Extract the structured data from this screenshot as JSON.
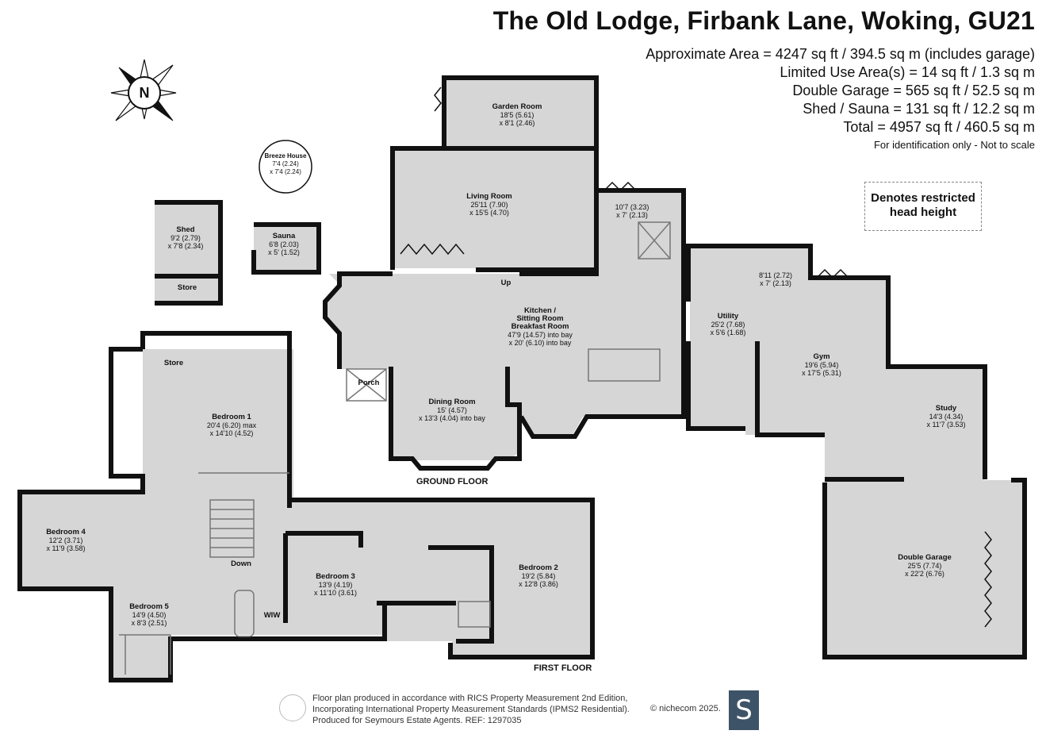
{
  "title": "The Old Lodge, Firbank Lane, Woking, GU21",
  "areas": [
    "Approximate Area = 4247 sq ft / 394.5 sq m (includes garage)",
    "Limited Use Area(s) = 14 sq ft / 1.3 sq m",
    "Double Garage = 565 sq ft / 52.5 sq m",
    "Shed / Sauna = 131 sq ft / 12.2 sq m",
    "Total = 4957 sq ft / 460.5 sq m"
  ],
  "scale_note": "For identification only - Not to scale",
  "restricted_note": "Denotes restricted head height",
  "compass_letter": "N",
  "floors": {
    "ground": "GROUND FLOOR",
    "first": "FIRST FLOOR"
  },
  "rooms": {
    "garden_room": {
      "name": "Garden Room",
      "d1": "18'5 (5.61)",
      "d2": "x 8'1 (2.46)"
    },
    "living_room": {
      "name": "Living Room",
      "d1": "25'11 (7.90)",
      "d2": "x 15'5 (4.70)"
    },
    "breeze_house": {
      "name": "Breeze House",
      "d1": "7'4 (2.24)",
      "d2": "x 7'4 (2.24)"
    },
    "shed": {
      "name": "Shed",
      "d1": "9'2 (2.79)",
      "d2": "x 7'8 (2.34)"
    },
    "shed_store": {
      "name": "Store"
    },
    "sauna": {
      "name": "Sauna",
      "d1": "6'8 (2.03)",
      "d2": "x 5' (1.52)"
    },
    "room_107": {
      "d1": "10'7 (3.23)",
      "d2": "x 7' (2.13)"
    },
    "room_811": {
      "d1": "8'11 (2.72)",
      "d2": "x 7' (2.13)"
    },
    "kitchen": {
      "n1": "Kitchen /",
      "n2": "Sitting Room",
      "n3": "Breakfast Room",
      "d1": "47'9 (14.57) into bay",
      "d2": "x 20' (6.10) into bay"
    },
    "utility": {
      "name": "Utility",
      "d1": "25'2 (7.68)",
      "d2": "x 5'6 (1.68)"
    },
    "gym": {
      "name": "Gym",
      "d1": "19'6 (5.94)",
      "d2": "x 17'5 (5.31)"
    },
    "study": {
      "name": "Study",
      "d1": "14'3 (4.34)",
      "d2": "x 11'7 (3.53)"
    },
    "dining_room": {
      "name": "Dining Room",
      "d1": "15' (4.57)",
      "d2": "x 13'3 (4.04) into bay"
    },
    "porch": {
      "name": "Porch"
    },
    "up": {
      "name": "Up"
    },
    "bedroom1_store": {
      "name": "Store"
    },
    "bedroom1": {
      "name": "Bedroom 1",
      "d1": "20'4 (6.20) max",
      "d2": "x 14'10 (4.52)"
    },
    "bedroom4": {
      "name": "Bedroom 4",
      "d1": "12'2 (3.71)",
      "d2": "x 11'9 (3.58)"
    },
    "bedroom5": {
      "name": "Bedroom 5",
      "d1": "14'9 (4.50)",
      "d2": "x 8'3 (2.51)"
    },
    "bedroom3": {
      "name": "Bedroom 3",
      "d1": "13'9 (4.19)",
      "d2": "x 11'10 (3.61)"
    },
    "bedroom2": {
      "name": "Bedroom 2",
      "d1": "19'2 (5.84)",
      "d2": "x 12'8 (3.86)"
    },
    "down": {
      "name": "Down"
    },
    "wiw": {
      "name": "WIW"
    },
    "double_garage": {
      "name": "Double Garage",
      "d1": "25'5 (7.74)",
      "d2": "x 22'2 (6.76)"
    }
  },
  "footer": {
    "line1": "Floor plan produced in accordance with RICS Property Measurement 2nd Edition,",
    "line2": "Incorporating International Property Measurement Standards (IPMS2 Residential).",
    "line3": "Produced for Seymours Estate Agents.   REF: 1297035",
    "copyright": "© nichecom 2025.",
    "logo": "S"
  }
}
